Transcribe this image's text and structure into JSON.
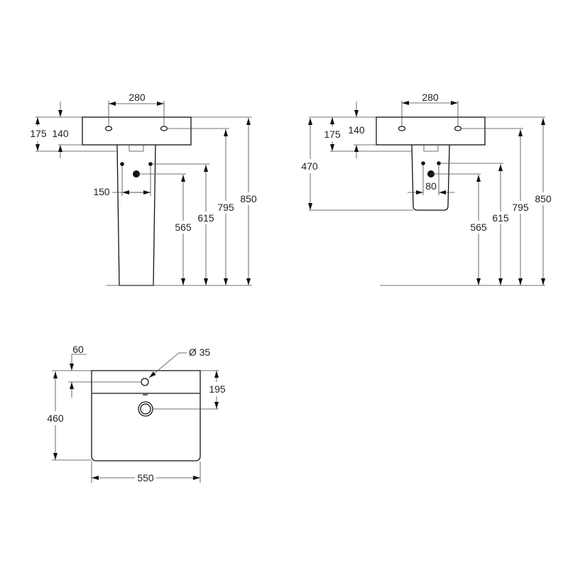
{
  "colors": {
    "outline": "#111111",
    "dimension_line": "#444444",
    "background": "#ffffff"
  },
  "pedestal_view": {
    "tap_spacing": "280",
    "overall_depth": "175",
    "bowl_depth": "140",
    "supply_spacing": "150",
    "waste_height": "565",
    "supply_height": "615",
    "tap_hole_height": "795",
    "rim_height": "850"
  },
  "semi_pedestal_view": {
    "tap_spacing": "280",
    "overall_depth": "175",
    "bowl_depth": "140",
    "semi_pedestal_drop": "470",
    "supply_spacing": "80",
    "waste_height": "565",
    "supply_height": "615",
    "tap_hole_height": "795",
    "rim_height": "850"
  },
  "plan_view": {
    "tap_hole_offset": "60",
    "tap_hole_diameter": "Ø 35",
    "waste_offset": "195",
    "depth": "460",
    "width": "550"
  }
}
